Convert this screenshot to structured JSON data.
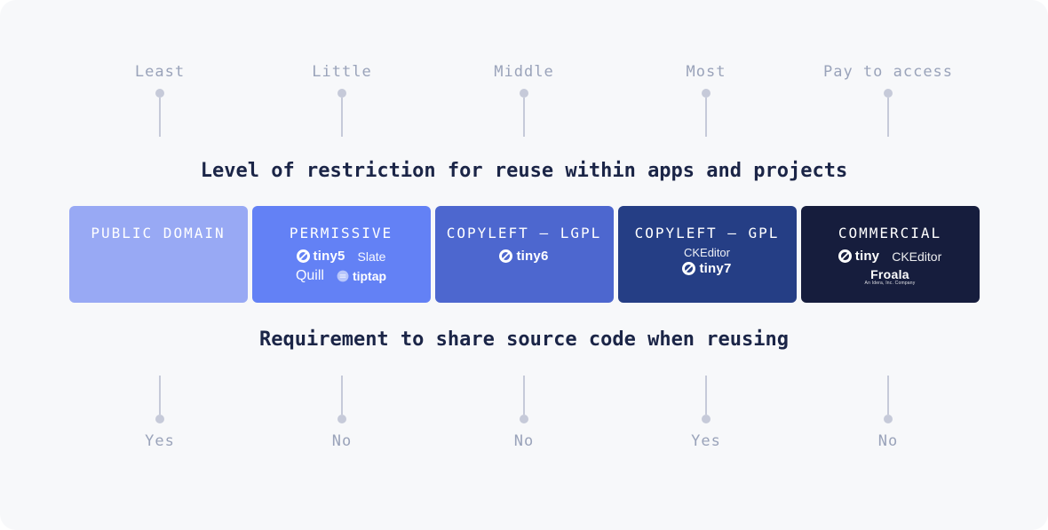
{
  "top_section": {
    "labels": [
      "Least",
      "Little",
      "Middle",
      "Most",
      "Pay to access"
    ],
    "title": "Level of restriction for reuse within apps and projects"
  },
  "cards": [
    {
      "title": "PUBLIC DOMAIN"
    },
    {
      "title": "PERMISSIVE",
      "logo_tiny5": "tiny5",
      "logo_slate": "Slate",
      "logo_quill": "Quill",
      "logo_tiptap": "tiptap"
    },
    {
      "title": "COPYLEFT – LGPL",
      "logo_tiny6": "tiny6"
    },
    {
      "title": "COPYLEFT – GPL",
      "logo_ckeditor": "CKEditor",
      "logo_tiny7": "tiny7"
    },
    {
      "title": "COMMERCIAL",
      "logo_tiny": "tiny",
      "logo_ckeditor": "CKEditor",
      "logo_froala": "Froala",
      "logo_froala_sub": "An Idera, Inc. Company"
    }
  ],
  "bottom_section": {
    "title": "Requirement to share source code when reusing",
    "labels": [
      "Yes",
      "No",
      "No",
      "Yes",
      "No"
    ]
  },
  "colors": {
    "panel_bg": "#f7f8fa",
    "pin": "#c6cad9",
    "label_text": "#9aa3ba",
    "title_text": "#1b2547",
    "card_public_domain": "#98a9f4",
    "card_permissive": "#6381f5",
    "card_copyleft_lgpl": "#4d67cf",
    "card_copyleft_gpl": "#253e85",
    "card_commercial": "#161d3d"
  }
}
